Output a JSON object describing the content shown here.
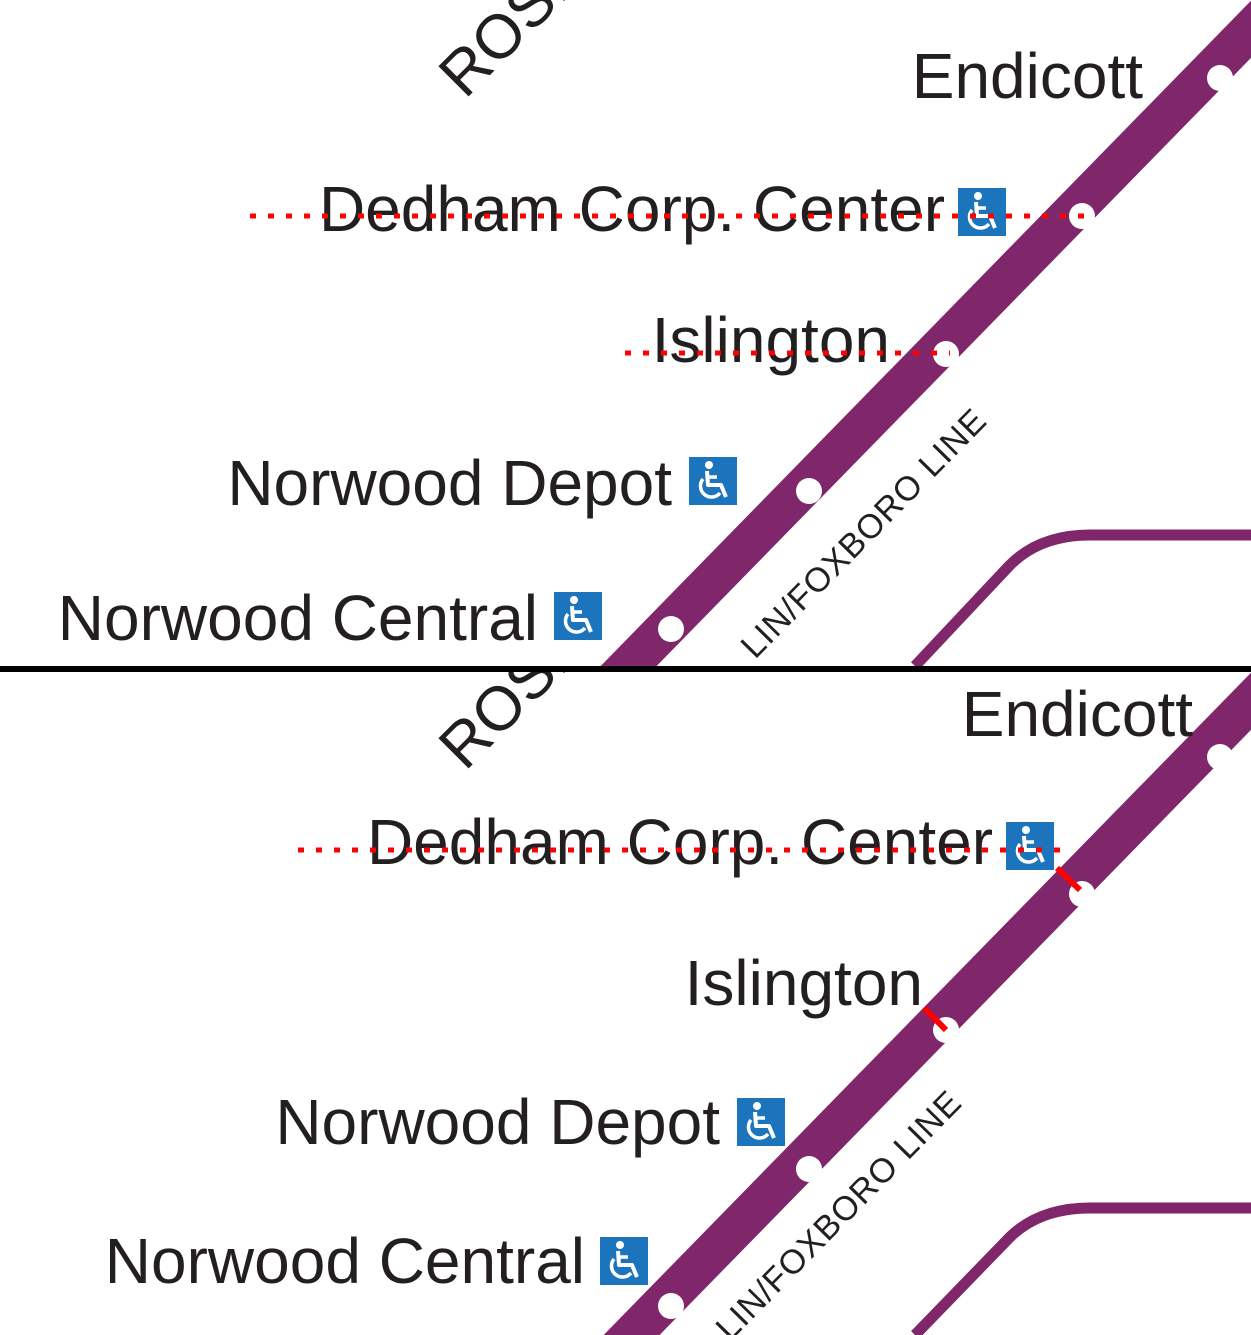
{
  "top": {
    "stations": {
      "endicott": "Endicott",
      "dedham": "Dedham Corp. Center",
      "islington": "Islington",
      "norwood_depot": "Norwood Depot",
      "norwood_central": "Norwood Central"
    },
    "line_label": "LIN/FOXBORO LINE",
    "roslindale_partial": "ROSI"
  },
  "bottom": {
    "stations": {
      "endicott": "Endicott",
      "dedham": "Dedham Corp. Center",
      "islington": "Islington",
      "norwood_depot": "Norwood Depot",
      "norwood_central": "Norwood Central"
    },
    "line_label": "LIN/FOXBORO LINE",
    "roslindale_partial": "ROSI"
  },
  "colors": {
    "line": "#80276c",
    "accessibility_badge": "#1c75bc",
    "annotation": "#ff0000",
    "text": "#231f20"
  },
  "icons": [
    "wheelchair-accessible-icon"
  ]
}
